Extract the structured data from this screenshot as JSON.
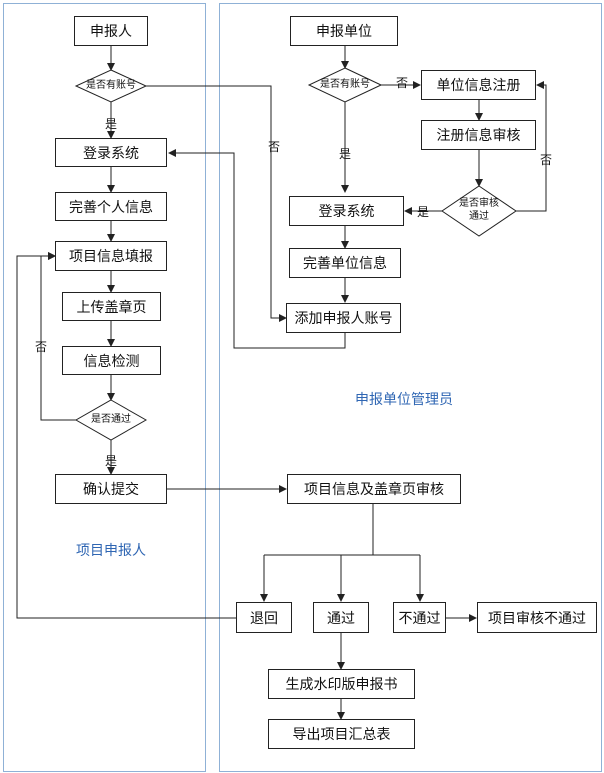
{
  "lanes": {
    "left_title": "项目申报人",
    "right_title": "申报单位管理员"
  },
  "nodes": {
    "applicant": "申报人",
    "unit": "申报单位",
    "login_left": "登录系统",
    "complete_personal": "完善个人信息",
    "fill_project": "项目信息填报",
    "upload_seal": "上传盖章页",
    "info_check": "信息检测",
    "confirm_submit": "确认提交",
    "unit_register": "单位信息注册",
    "register_review": "注册信息审核",
    "login_right": "登录系统",
    "complete_unit": "完善单位信息",
    "add_applicant": "添加申报人账号",
    "project_review": "项目信息及盖章页审核",
    "return": "退回",
    "pass": "通过",
    "not_pass": "不通过",
    "review_fail": "项目审核不通过",
    "watermark": "生成水印版申报书",
    "export": "导出项目汇总表"
  },
  "decisions": {
    "has_account_left": "是否有账号",
    "has_account_right": "是否有账号",
    "review_passed_l1": "是否审核",
    "review_passed_l2": "通过",
    "passed": "是否通过"
  },
  "edge_labels": {
    "yes": "是",
    "no": "否"
  }
}
